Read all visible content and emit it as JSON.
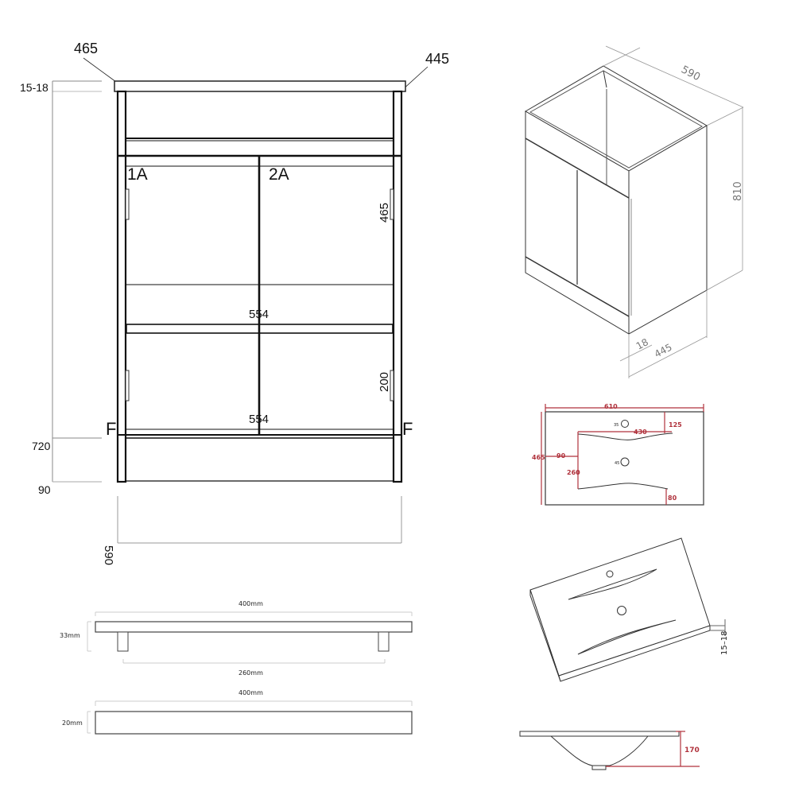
{
  "front_view": {
    "top_depth_label": "465",
    "top_right_label": "445",
    "top_thickness_label": "15-18",
    "door_left_label": "1A",
    "door_right_label": "2A",
    "handle_height_label": "465",
    "shelf_width_label": "554",
    "lower_handle_label": "200",
    "bottom_shelf_width_label": "554",
    "left_marker": "F",
    "right_marker": "F",
    "height_label": "720",
    "plinth_label": "90",
    "width_label": "590"
  },
  "iso_view": {
    "width_label": "590",
    "height_label": "810",
    "door_thickness_label": "18",
    "depth_label": "445"
  },
  "basin_plan": {
    "overall_width": "610",
    "overall_depth": "465",
    "tap_hole_offset": "125",
    "bowl_width": "430",
    "side_margin": "90",
    "bowl_depth": "260",
    "front_margin": "80",
    "tap_hole_dia": "35",
    "waste_dia": "45",
    "accent_color": "#b0323c"
  },
  "basin_iso": {
    "thickness_label": "15–18"
  },
  "basin_section": {
    "depth_label": "170"
  },
  "handle": {
    "length_label": "400mm",
    "projection_label": "33mm",
    "centres_label": "260mm"
  },
  "handle_bar": {
    "length_label": "400mm",
    "height_label": "20mm"
  }
}
